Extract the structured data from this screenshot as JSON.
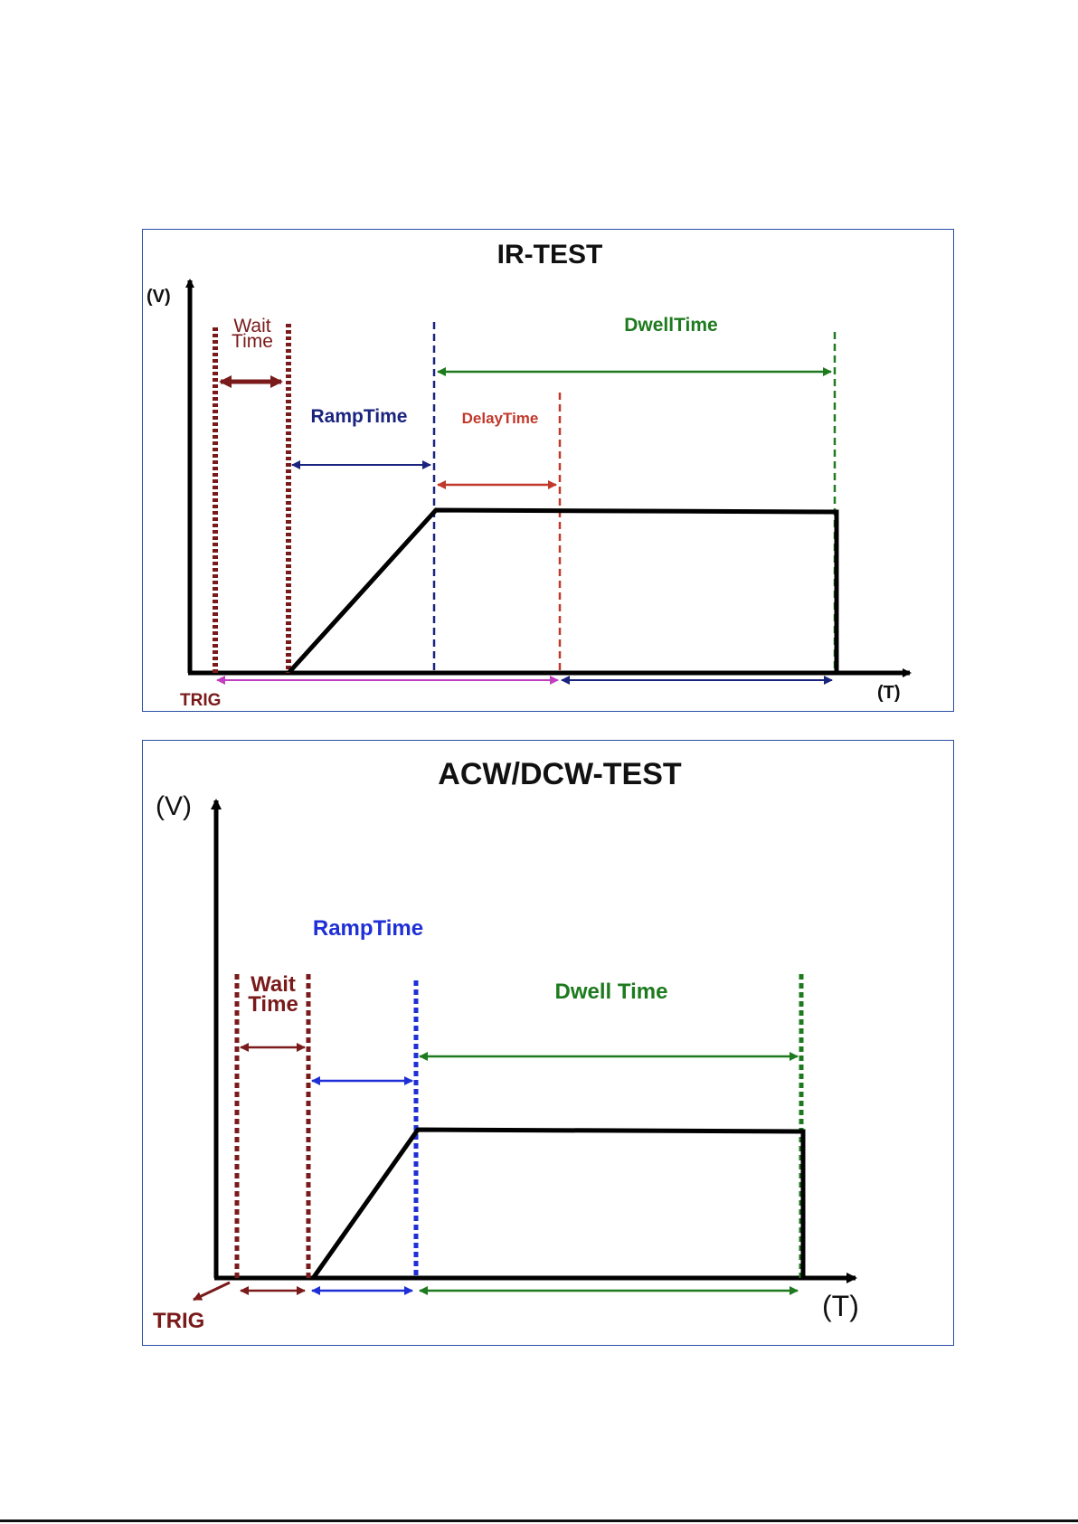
{
  "ir_test": {
    "title": "IR-TEST",
    "y_axis_label": "(V)",
    "x_axis_label": "(T)",
    "wait_label_line1": "Wait",
    "wait_label_line2": "Time",
    "ramp_label": "RampTime",
    "delay_label": "DelayTime",
    "dwell_label": "DwellTime",
    "trig_label": "TRIG"
  },
  "acw_test": {
    "title": "ACW/DCW-TEST",
    "y_axis_label": "(V)",
    "x_axis_label": "(T)",
    "wait_label_line1": "Wait",
    "wait_label_line2": "Time",
    "ramp_label": "RampTime",
    "dwell_label": "Dwell Time",
    "trig_label": "TRIG"
  },
  "colors": {
    "panel_border": "#2b4fa3",
    "wait": "#7a1a1a",
    "ramp": "#1a237e",
    "ramp_bright": "#1f2fd6",
    "delay": "#c0392b",
    "dwell": "#1e7a1e",
    "trig_arrow": "#c03fc0",
    "waveform": "#000000"
  }
}
